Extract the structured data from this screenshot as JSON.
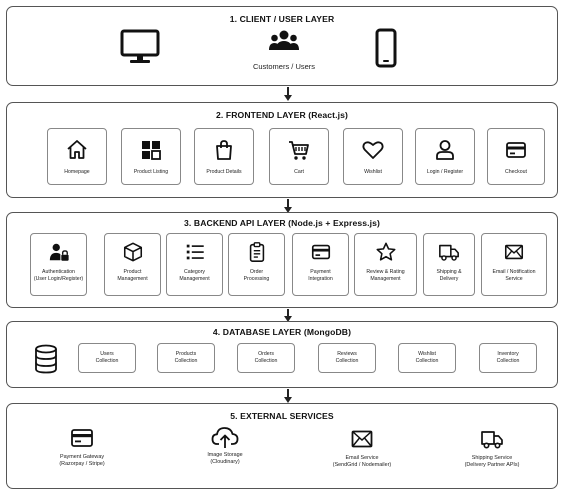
{
  "client": {
    "title": "1. CLIENT / USER LAYER",
    "users_label": "Customers / Users",
    "icons": [
      "desktop-icon",
      "users-group-icon",
      "mobile-phone-icon"
    ]
  },
  "frontend": {
    "title": "2. FRONTEND LAYER (React.js)",
    "items": [
      {
        "label": "Homepage",
        "icon": "home-icon"
      },
      {
        "label": "Product Listing",
        "icon": "grid-icon"
      },
      {
        "label": "Product Details",
        "icon": "shopping-bag-icon"
      },
      {
        "label": "Cart",
        "icon": "cart-icon"
      },
      {
        "label": "Wishlist",
        "icon": "heart-icon"
      },
      {
        "label": "Login / Register",
        "icon": "user-icon"
      },
      {
        "label": "Checkout",
        "icon": "credit-card-icon"
      }
    ]
  },
  "backend": {
    "title": "3. BACKEND API LAYER (Node.js + Express.js)",
    "items": [
      {
        "label": "Authentication\n(User Login/Register)",
        "icon": "user-lock-icon"
      },
      {
        "label": "Product\nManagement",
        "icon": "box-icon"
      },
      {
        "label": "Category\nManagement",
        "icon": "list-icon"
      },
      {
        "label": "Order\nProcessing",
        "icon": "clipboard-icon"
      },
      {
        "label": "Payment\nIntegration",
        "icon": "credit-card-icon"
      },
      {
        "label": "Review & Rating\nManagement",
        "icon": "star-icon"
      },
      {
        "label": "Shipping &\nDelivery",
        "icon": "truck-icon"
      },
      {
        "label": "Email / Notification\nService",
        "icon": "envelope-icon"
      }
    ]
  },
  "database": {
    "title": "4. DATABASE LAYER (MongoDB)",
    "icon": "database-icon",
    "items": [
      "Users\nCollection",
      "Products\nCollection",
      "Orders\nCollection",
      "Reviews\nCollection",
      "Wishlist\nCollection",
      "Inventory\nCollection"
    ]
  },
  "external": {
    "title": "5. EXTERNAL SERVICES",
    "items": [
      {
        "label": "Payment Gateway\n(Razorpay / Stripe)",
        "icon": "credit-card-icon"
      },
      {
        "label": "Image Storage\n(Cloudinary)",
        "icon": "cloud-upload-icon"
      },
      {
        "label": "Email Service\n(SendGrid / Nodemailer)",
        "icon": "envelope-icon"
      },
      {
        "label": "Shipping Service\n(Delivery Partner APIs)",
        "icon": "truck-icon"
      }
    ]
  }
}
